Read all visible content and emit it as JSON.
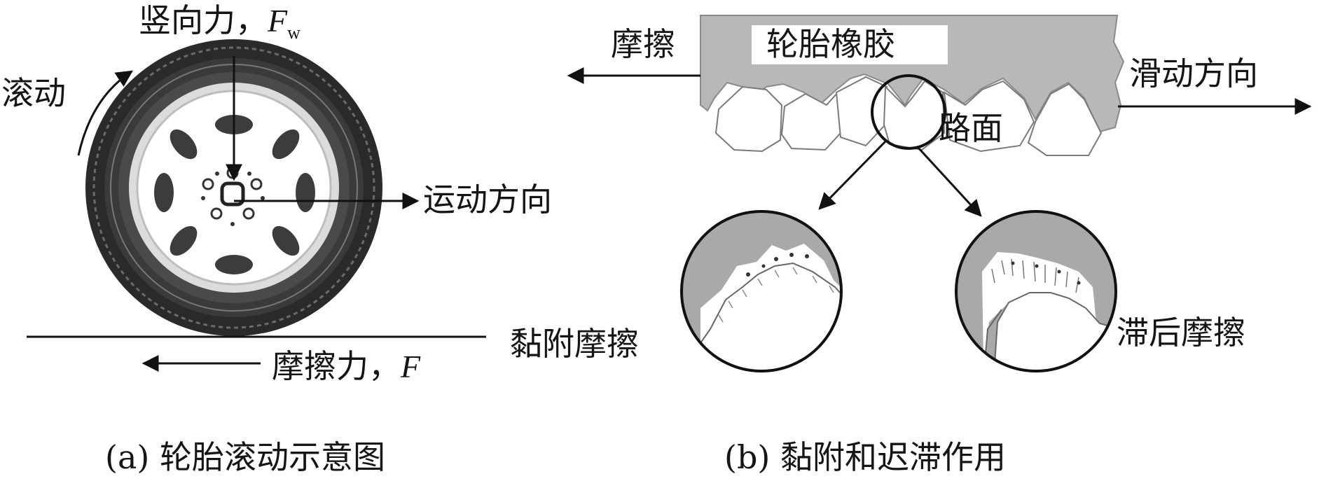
{
  "panel_a": {
    "vertical_force_label": "竖向力，",
    "vertical_force_symbol": "F",
    "vertical_force_subscript": "w",
    "rolling_label": "滚动",
    "motion_direction_label": "运动方向",
    "friction_force_label": "摩擦力，",
    "friction_force_symbol": "F",
    "caption": "(a) 轮胎滚动示意图"
  },
  "panel_b": {
    "friction_label": "摩擦",
    "tire_rubber_label": "轮胎橡胶",
    "sliding_direction_label": "滑动方向",
    "road_surface_label": "路面",
    "adhesion_friction_label": "黏附摩擦",
    "hysteresis_friction_label": "滞后摩擦",
    "caption": "(b) 黏附和迟滞作用"
  },
  "colors": {
    "rubber_gray": "#b8b8b8",
    "tire_dark": "#2a2a2a",
    "line_black": "#111111"
  }
}
